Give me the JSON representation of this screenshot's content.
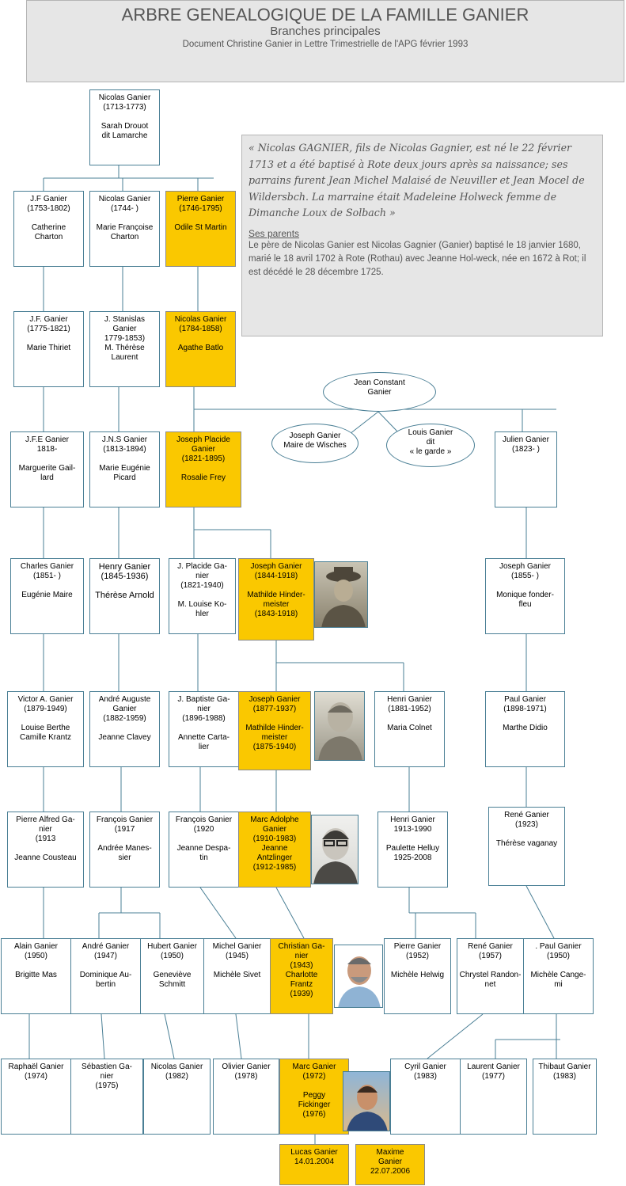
{
  "header": {
    "title": "ARBRE GENEALOGIQUE DE LA FAMILLE GANIER",
    "subtitle": "Branches principales",
    "source": "Document Christine Ganier  in Lettre Trimestrielle de l'APG février 1993"
  },
  "quote": {
    "text": "« Nicolas GAGNIER, fils de Nicolas Gagnier, est né le 22 février 1713 et a été baptisé à Rote deux jours après sa naissance; ses parrains furent Jean Michel Malaisé de Neuviller et Jean Mocel de Wildersbch. La marraine était Madeleine Holweck femme de Dimanche Loux de Solbach »",
    "parents_title": "Ses parents",
    "parents_text": "Le père de Nicolas Ganier est Nicolas Gagnier (Ganier) baptisé le 18 janvier 1680, marié le 18 avril 1702 à Rote (Rothau) avec Jeanne Hol-weck, née en 1672 à Rot; il est décédé le 28 décembre 1725."
  },
  "ellipses": {
    "jean_constant": "Jean Constant\nGanier",
    "joseph_wisches": "Joseph Ganier\nMaire de Wisches",
    "louis": "Louis Ganier\ndit\n« le garde »"
  },
  "photos": {
    "p1": "photo",
    "p2": "photo",
    "p3": "photo",
    "p4": "photo",
    "p5": "photo"
  },
  "people": {
    "nicolas_1713": "Nicolas Ganier\n(1713-1773)\n\nSarah Drouot\ndit Lamarche",
    "jf_1753": "J.F Ganier\n(1753-1802)\n\nCatherine\nCharton",
    "nicolas_1744": "Nicolas Ganier\n(1744-    )\n\nMarie Françoise\nCharton",
    "pierre_1746": "Pierre Ganier\n(1746-1795)\n\nOdile St Martin",
    "jf_1775": "J.F. Ganier\n(1775-1821)\n\nMarie Thiriet",
    "jstanislas": "J. Stanislas\nGanier\n1779-1853)\nM. Thérèse\nLaurent",
    "nicolas_1784": "Nicolas Ganier\n(1784-1858)\n\nAgathe Batlo",
    "jfe_1818": "J.F.E Ganier\n1818-\n\nMarguerite Gail-\nlard",
    "jns_1813": "J.N.S Ganier\n(1813-1894)\n\nMarie Eugénie\nPicard",
    "joseph_placide": "Joseph Placide\nGanier\n(1821-1895)\n\nRosalie Frey",
    "julien_1823": "Julien Ganier\n(1823-    )",
    "charles_1851": "Charles Ganier\n(1851-    )\n\nEugénie Maire",
    "henry_1845": "Henry Ganier\n(1845-1936)\n\nThérèse Arnold",
    "jplacide_1821": "J. Placide Ga-\nnier\n(1821-1940)\n\nM. Louise Ko-\nhler",
    "joseph_1844": "Joseph Ganier\n(1844-1918)\n\nMathilde Hinder-\nmeister\n(1843-1918)",
    "joseph_1855": "Joseph Ganier\n(1855-    )\n\nMonique fonder-\nfleu",
    "victor_1879": "Victor A. Ganier\n(1879-1949)\n\nLouise Berthe\nCamille Krantz",
    "andre_1882": "André Auguste\nGanier\n(1882-1959)\n\nJeanne Clavey",
    "jbaptiste_1896": "J. Baptiste Ga-\nnier\n(1896-1988)\n\nAnnette Carta-\nlier",
    "joseph_1877": "Joseph Ganier\n(1877-1937)\n\nMathilde Hinder-\nmeister\n(1875-1940)",
    "henri_1881": "Henri Ganier\n(1881-1952)\n\nMaria Colnet",
    "paul_1898": "Paul Ganier\n(1898-1971)\n\nMarthe Didio",
    "pierre_1913": "Pierre Alfred Ga-\nnier\n(1913\n\nJeanne Cousteau",
    "francois_1917": "François Ganier\n(1917\n\nAndrée Manes-\nsier",
    "francois_1920": "François Ganier\n(1920\n\nJeanne Despa-\ntin",
    "marc_adolphe": "Marc Adolphe\nGanier\n(1910-1983)\nJeanne\nAntzlinger\n(1912-1985)",
    "henri_1913": "Henri Ganier\n1913-1990\n\nPaulette Helluy\n1925-2008",
    "rene_1923": "René Ganier\n(1923)\n\nThérèse vaganay",
    "alain_1950": "Alain Ganier\n(1950)\n\nBrigitte Mas",
    "andre_1947": "André Ganier\n(1947)\n\nDominique Au-\nbertin",
    "hubert_1950": "Hubert Ganier\n(1950)\n\nGeneviève\nSchmitt",
    "michel_1945": "Michel Ganier\n(1945)\n\nMichèle Sivet",
    "christian_1943": "Christian Ga-\nnier\n(1943)\nCharlotte\nFrantz\n(1939)",
    "pierre_1952": "Pierre Ganier\n(1952)\n\nMichèle Helwig",
    "rene_1957": "René Ganier\n(1957)\n\nChrystel Randon-\nnet",
    "paul_1950": ". Paul Ganier\n(1950)\n\nMichèle Cange-\nmi",
    "raphael_1974": "Raphaël Ganier\n(1974)",
    "sebastien_1975": "Sébastien Ga-\nnier\n(1975)",
    "nicolas_1982": "Nicolas Ganier\n(1982)",
    "olivier_1978": "Olivier Ganier\n(1978)",
    "marc_1972": "Marc Ganier\n(1972)\n\nPeggy\nFickinger\n(1976)",
    "cyril_1983": "Cyril Ganier\n(1983)",
    "laurent_1977": "Laurent Ganier\n(1977)",
    "thibaut_1983": "Thibaut Ganier\n(1983)",
    "lucas_2004": "Lucas Ganier\n14.01.2004",
    "maxime_2006": "Maxime\nGanier\n22.07.2006"
  }
}
